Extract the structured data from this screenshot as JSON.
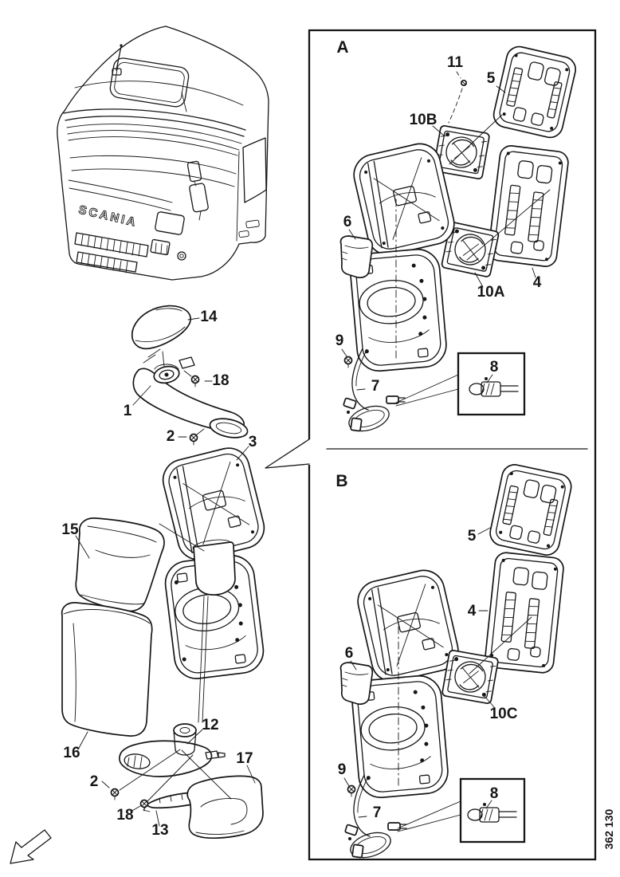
{
  "figure": {
    "ref_number": "362 130",
    "truck_badge": "SCANIA"
  },
  "overview": {
    "c14": "14",
    "c18a": "18",
    "c1": "1",
    "c2a": "2",
    "c3": "3",
    "c15": "15",
    "c16": "16",
    "c12": "12",
    "c2b": "2",
    "c18b": "18",
    "c13": "13",
    "c17": "17"
  },
  "panel_a": {
    "title": "A",
    "c11": "11",
    "c5": "5",
    "c10b": "10B",
    "c6": "6",
    "c10a": "10A",
    "c4": "4",
    "c9": "9",
    "c7": "7",
    "c8": "8"
  },
  "panel_b": {
    "title": "B",
    "c5": "5",
    "c4": "4",
    "c6": "6",
    "c10c": "10C",
    "c9": "9",
    "c7": "7",
    "c8": "8"
  }
}
